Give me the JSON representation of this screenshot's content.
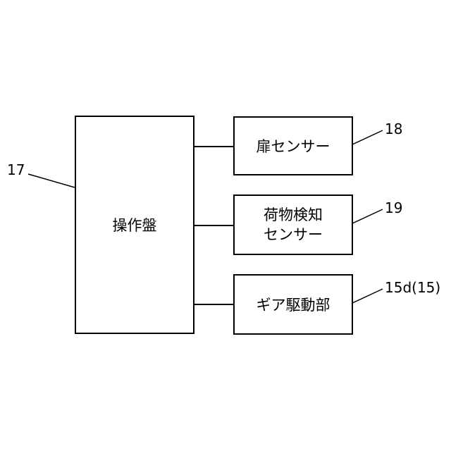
{
  "diagram": {
    "blocks": {
      "operation_panel": "操作盤",
      "door_sensor": "扉センサー",
      "load_sensor_line1": "荷物検知",
      "load_sensor_line2": "センサー",
      "gear_drive": "ギア駆動部"
    },
    "refs": {
      "operation_panel": "17",
      "door_sensor": "18",
      "load_sensor": "19",
      "gear_drive": "15d(15)"
    }
  }
}
